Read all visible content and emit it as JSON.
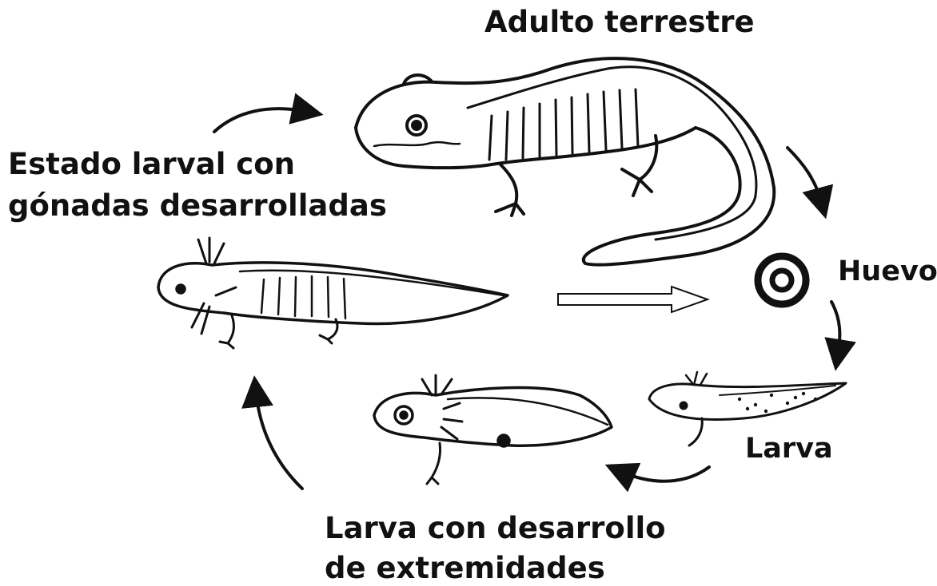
{
  "labels": {
    "adult": "Adulto terrestre",
    "larval_state_line1": "Estado larval con",
    "larval_state_line2": "gónadas desarrolladas",
    "egg": "Huevo",
    "larva": "Larva",
    "limb_larva_line1": "Larva con desarrollo",
    "limb_larva_line2": "de extremidades"
  }
}
